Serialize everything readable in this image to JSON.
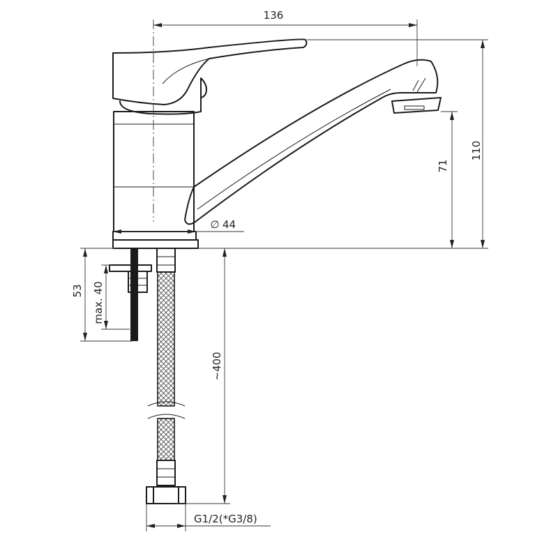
{
  "dimensions": {
    "width_top": "136",
    "height_total": "110",
    "height_spout": "71",
    "base_diameter_symbol": "∅",
    "base_diameter": "44",
    "mount_depth": "53",
    "max_thickness": "max. 40",
    "hose_length": "~400",
    "thread": "G1/2(*G3/8)"
  },
  "colors": {
    "line": "#1a1a1a",
    "background": "#ffffff"
  }
}
